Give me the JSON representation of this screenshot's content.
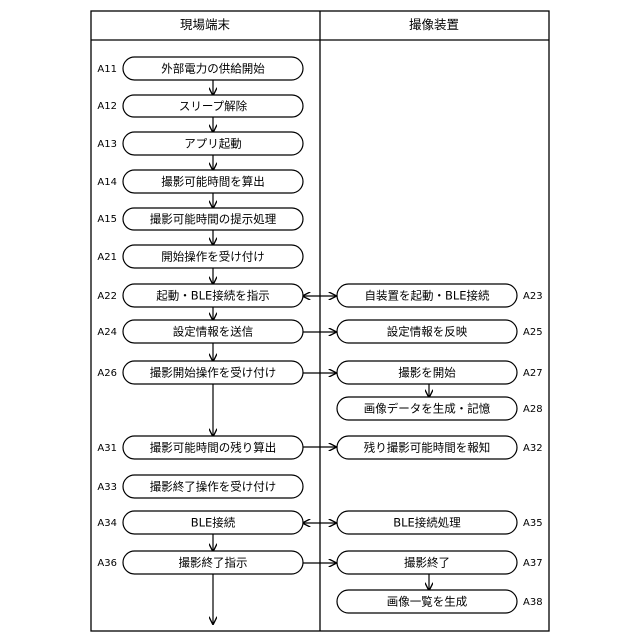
{
  "lanes": {
    "left": "現場端末",
    "right": "撮像装置"
  },
  "steps": {
    "A11": {
      "id": "A11",
      "text": "外部電力の供給開始"
    },
    "A12": {
      "id": "A12",
      "text": "スリープ解除"
    },
    "A13": {
      "id": "A13",
      "text": "アプリ起動"
    },
    "A14": {
      "id": "A14",
      "text": "撮影可能時間を算出"
    },
    "A15": {
      "id": "A15",
      "text": "撮影可能時間の提示処理"
    },
    "A21": {
      "id": "A21",
      "text": "開始操作を受け付け"
    },
    "A22": {
      "id": "A22",
      "text": "起動・BLE接続を指示"
    },
    "A23": {
      "id": "A23",
      "text": "自装置を起動・BLE接続"
    },
    "A24": {
      "id": "A24",
      "text": "設定情報を送信"
    },
    "A25": {
      "id": "A25",
      "text": "設定情報を反映"
    },
    "A26": {
      "id": "A26",
      "text": "撮影開始操作を受け付け"
    },
    "A27": {
      "id": "A27",
      "text": "撮影を開始"
    },
    "A28": {
      "id": "A28",
      "text": "画像データを生成・記憶"
    },
    "A31": {
      "id": "A31",
      "text": "撮影可能時間の残り算出"
    },
    "A32": {
      "id": "A32",
      "text": "残り撮影可能時間を報知"
    },
    "A33": {
      "id": "A33",
      "text": "撮影終了操作を受け付け"
    },
    "A34": {
      "id": "A34",
      "text": "BLE接続"
    },
    "A35": {
      "id": "A35",
      "text": "BLE接続処理"
    },
    "A36": {
      "id": "A36",
      "text": "撮影終了指示"
    },
    "A37": {
      "id": "A37",
      "text": "撮影終了"
    },
    "A38": {
      "id": "A38",
      "text": "画像一覧を生成"
    }
  }
}
